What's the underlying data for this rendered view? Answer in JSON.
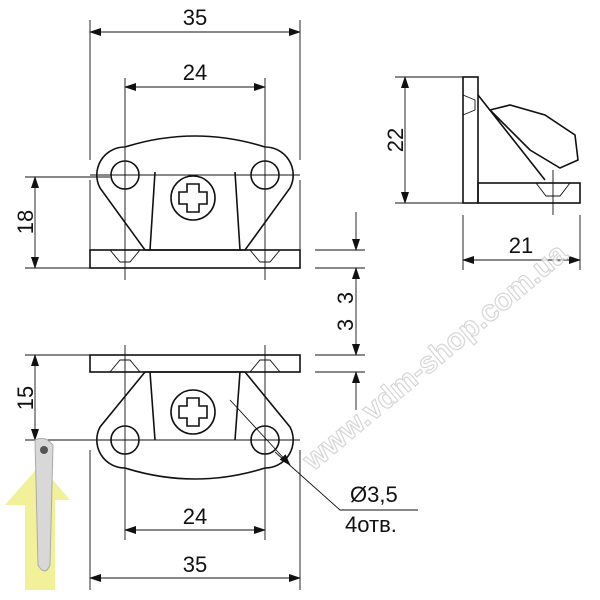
{
  "dimensions": {
    "top_width_total": "35",
    "top_hole_spacing": "24",
    "top_height": "18",
    "side_height": "22",
    "side_width": "21",
    "plate_thickness_top": "3",
    "plate_thickness_bottom": "3",
    "bottom_height": "15",
    "bottom_hole_spacing": "24",
    "bottom_width_total": "35"
  },
  "hole_note": {
    "diameter": "Ø3,5",
    "count": "4отв."
  },
  "watermark": "www.vdm-shop.com.ua"
}
